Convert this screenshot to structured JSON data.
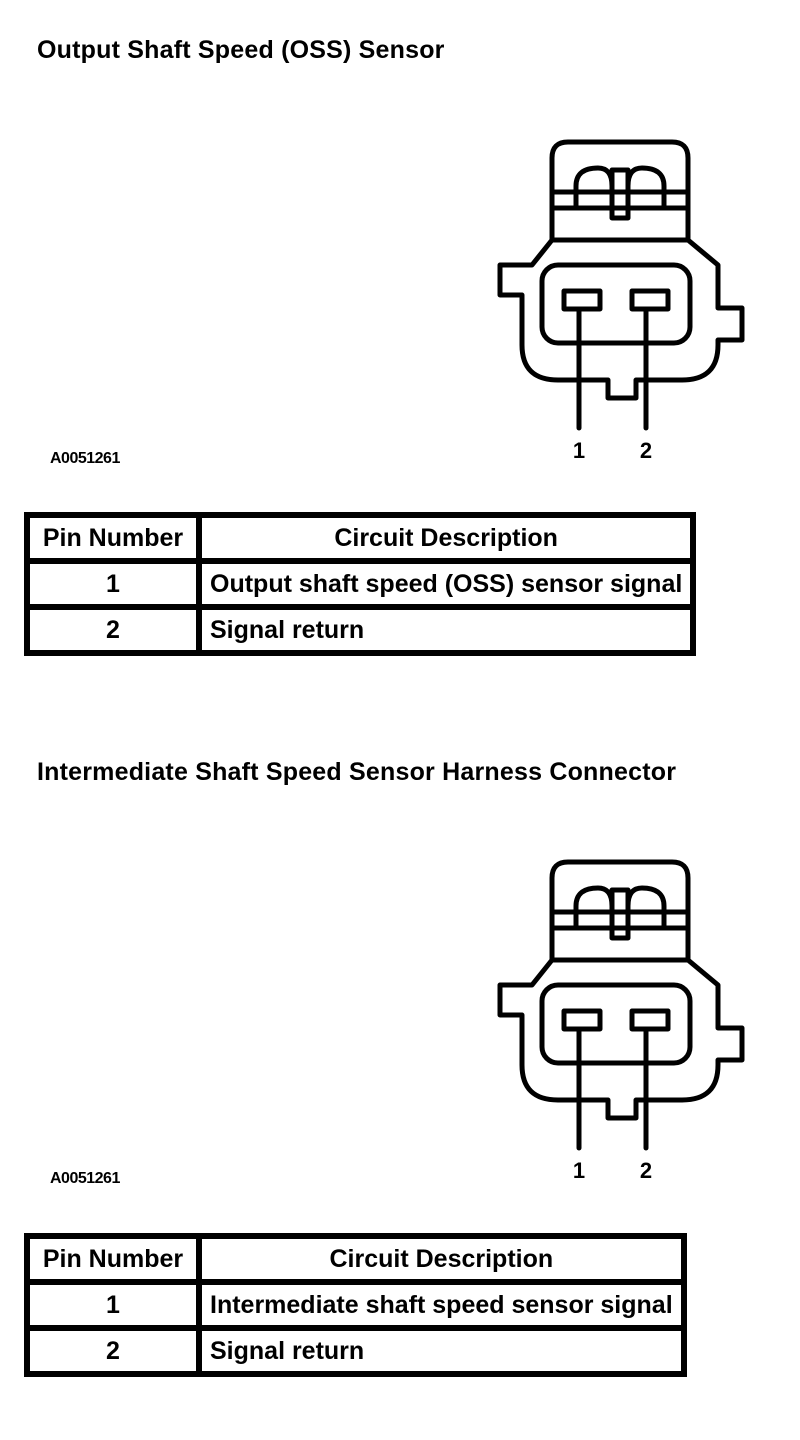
{
  "sections": [
    {
      "title": "Output Shaft Speed (OSS) Sensor",
      "figure_id": "A0051261",
      "pin_labels": [
        "1",
        "2"
      ],
      "table": {
        "headers": [
          "Pin Number",
          "Circuit Description"
        ],
        "rows": [
          {
            "pin": "1",
            "description": "Output shaft speed (OSS) sensor signal"
          },
          {
            "pin": "2",
            "description": "Signal return"
          }
        ]
      }
    },
    {
      "title": "Intermediate Shaft Speed Sensor Harness Connector",
      "figure_id": "A0051261",
      "pin_labels": [
        "1",
        "2"
      ],
      "table": {
        "headers": [
          "Pin Number",
          "Circuit Description"
        ],
        "rows": [
          {
            "pin": "1",
            "description": "Intermediate shaft speed sensor signal"
          },
          {
            "pin": "2",
            "description": "Signal return"
          }
        ]
      }
    }
  ],
  "colors": {
    "ink": "#000000",
    "paper": "#ffffff"
  }
}
